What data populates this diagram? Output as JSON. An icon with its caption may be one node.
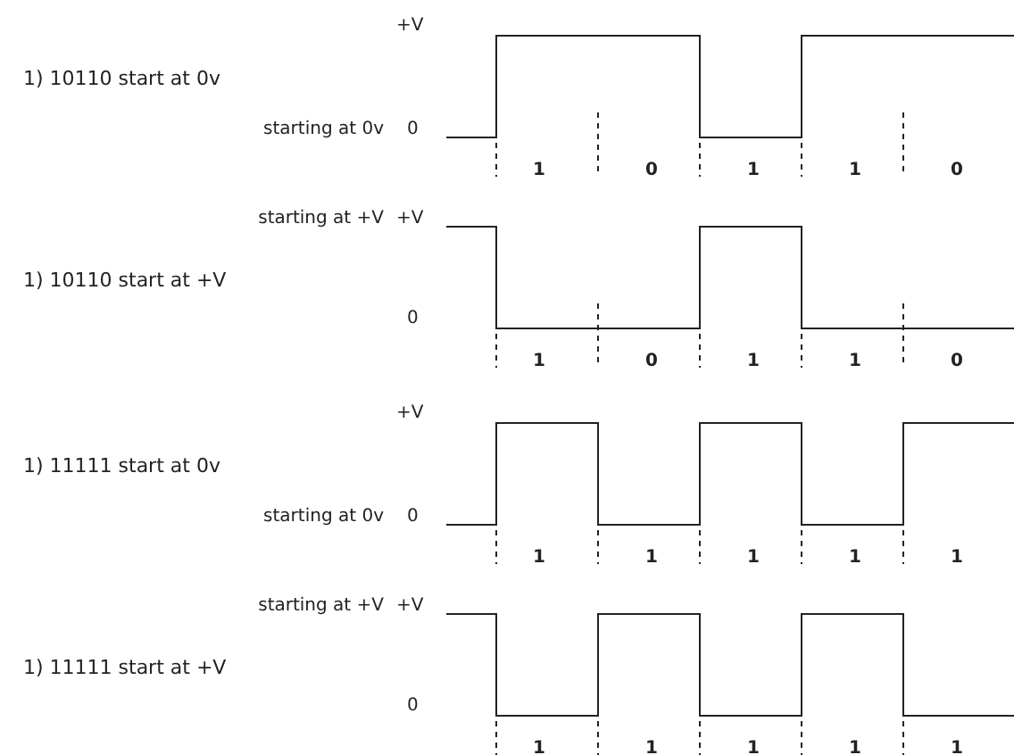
{
  "diagram": {
    "labels": [
      "+V",
      "1) 10110 start at 0v",
      "starting at 0v",
      "0",
      "1",
      "0",
      "1",
      "1",
      "0",
      "starting at +V",
      "+V",
      "1) 10110 start at +V",
      "0",
      "1",
      "0",
      "1",
      "1",
      "0",
      "+V",
      "1) 11111 start at 0v",
      "starting at 0v",
      "0",
      "1",
      "1",
      "1",
      "1",
      "1",
      "starting at +V",
      "+V",
      "1) 11111 start at +V",
      "0",
      "1",
      "1",
      "1",
      "1",
      "1"
    ]
  }
}
